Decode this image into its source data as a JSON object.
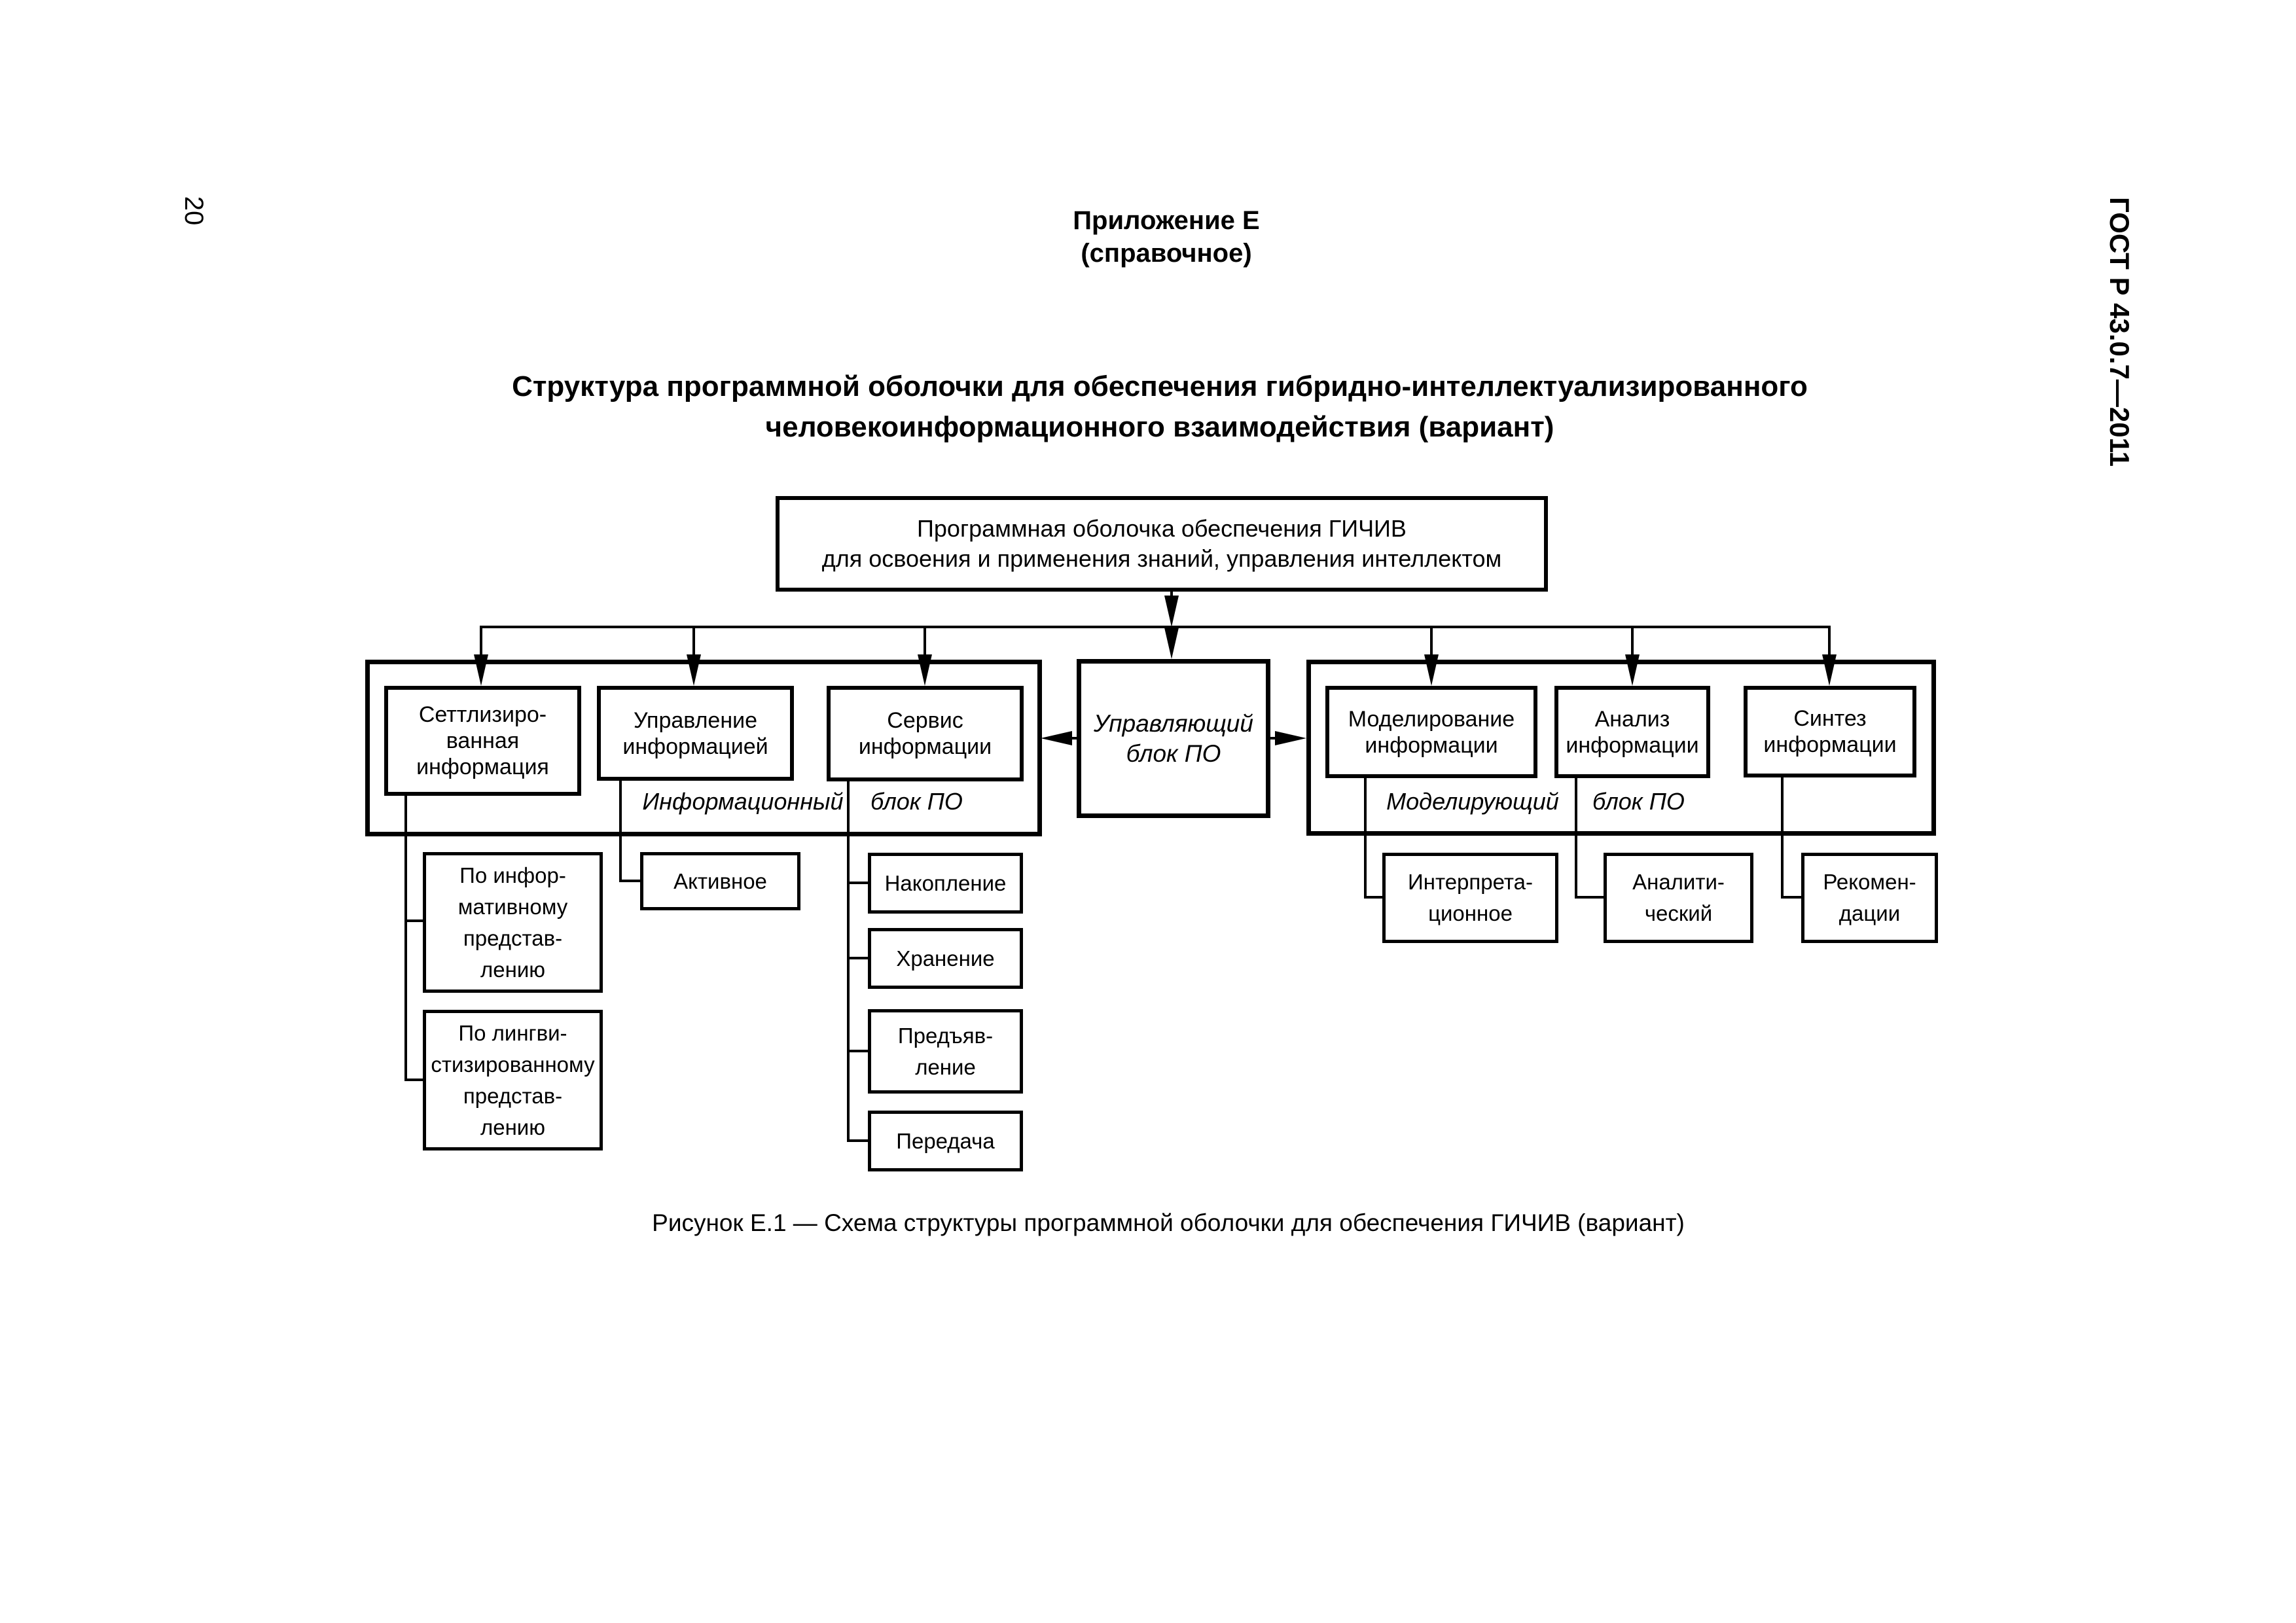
{
  "page": {
    "number": "20",
    "doc_code": "ГОСТ Р 43.0.7—2011"
  },
  "appendix": {
    "title": "Приложение Е",
    "subtitle": "(справочное)"
  },
  "main_title": [
    "Структура программной оболочки для обеспечения гибридно-интеллектуализированного",
    "человекоинформационного взаимодействия (вариант)"
  ],
  "caption": "Рисунок  Е.1 — Схема структуры программной оболочки для обеспечения ГИЧИВ (вариант)",
  "diagram": {
    "root": [
      "Программная оболочка обеспечения ГИЧИВ",
      "для освоения и применения знаний, управления интеллектом"
    ],
    "control_block": [
      "Управляющий",
      "блок ПО"
    ],
    "info_group": {
      "settled": [
        "Сеттлизиро-",
        "ванная",
        "информация"
      ],
      "management": [
        "Управление",
        "информацией"
      ],
      "service": [
        "Сервис",
        "информации"
      ],
      "label": [
        "Информационный",
        "блок ПО"
      ]
    },
    "model_group": {
      "modeling": [
        "Моделирование",
        "информации"
      ],
      "analysis": [
        "Анализ",
        "информации"
      ],
      "synthesis": [
        "Синтез",
        "информации"
      ],
      "label": [
        "Моделирующий",
        "блок ПО"
      ]
    },
    "sub": {
      "informative": [
        "По инфор-",
        "мативному",
        "представ-",
        "лению"
      ],
      "linguistic": [
        "По лингви-",
        "стизированному",
        "представ-",
        "лению"
      ],
      "active": "Активное",
      "accumulation": "Накопление",
      "storage": "Хранение",
      "presentation": [
        "Предъяв-",
        "ление"
      ],
      "transfer": "Передача",
      "interpretation": [
        "Интерпрета-",
        "ционное"
      ],
      "analytic": [
        "Аналити-",
        "ческий"
      ],
      "recommendations": [
        "Рекомен-",
        "дации"
      ]
    }
  }
}
